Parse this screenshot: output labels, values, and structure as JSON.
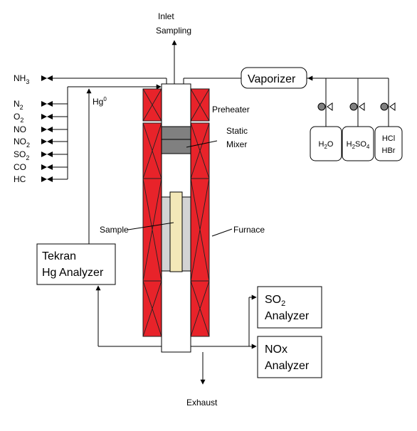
{
  "labels": {
    "inlet_line1": "Inlet",
    "inlet_line2": "Sampling",
    "vaporizer": "Vaporizer",
    "preheater": "Preheater",
    "static_mixer_line1": "Static",
    "static_mixer_line2": "Mixer",
    "hg0": "Hg",
    "hg0_sup": "0",
    "sample": "Sample",
    "furnace": "Furnace",
    "tekran_line1": "Tekran",
    "tekran_line2": "Hg Analyzer",
    "so2_analyzer_line1": "SO",
    "so2_analyzer_sub": "2",
    "so2_analyzer_line2": "Analyzer",
    "nox_analyzer_line1": "NOx",
    "nox_analyzer_line2": "Analyzer",
    "exhaust": "Exhaust"
  },
  "gas_inputs": [
    {
      "base": "NH",
      "sub": "3"
    },
    {
      "base": "N",
      "sub": "2"
    },
    {
      "base": "O",
      "sub": "2"
    },
    {
      "base": "NO",
      "sub": ""
    },
    {
      "base": "NO",
      "sub": "2"
    },
    {
      "base": "SO",
      "sub": "2"
    },
    {
      "base": "CO",
      "sub": ""
    },
    {
      "base": "HC",
      "sub": ""
    }
  ],
  "liquid_reservoirs": [
    {
      "line1": [
        {
          "t": "H",
          "sub": false
        },
        {
          "t": "2",
          "sub": true
        },
        {
          "t": "O",
          "sub": false
        }
      ],
      "line2": []
    },
    {
      "line1": [
        {
          "t": "H",
          "sub": false
        },
        {
          "t": "2",
          "sub": true
        },
        {
          "t": "SO",
          "sub": false
        },
        {
          "t": "4",
          "sub": true
        }
      ],
      "line2": []
    },
    {
      "line1": [
        {
          "t": "HCl",
          "sub": false
        }
      ],
      "line2": [
        {
          "t": "HBr",
          "sub": false
        }
      ]
    }
  ],
  "colors": {
    "heater": "#e8232a",
    "mixer": "#808080",
    "sample_holder": "#d3d3d3",
    "sample": "#f3e8b8",
    "line": "#000000"
  }
}
